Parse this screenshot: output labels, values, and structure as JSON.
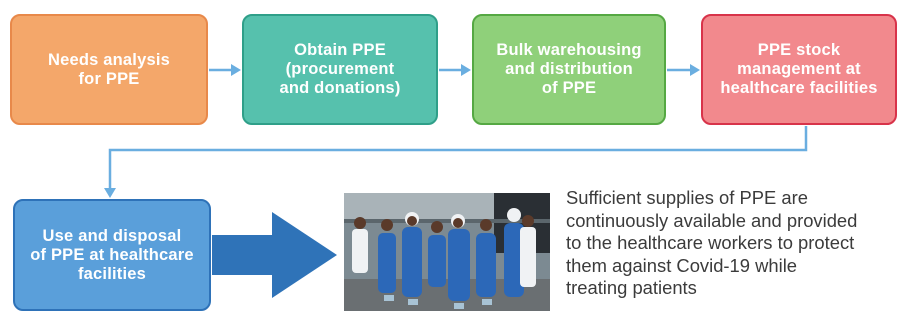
{
  "steps": [
    {
      "id": "needs-analysis",
      "label": "Needs analysis\nfor PPE",
      "fill": "#f4a76a",
      "border": "#e8894a"
    },
    {
      "id": "obtain-ppe",
      "label": "Obtain PPE\n(procurement\nand donations)",
      "fill": "#56c1ad",
      "border": "#2f9f89"
    },
    {
      "id": "bulk-warehousing",
      "label": "Bulk warehousing\nand distribution\nof PPE",
      "fill": "#8fd07a",
      "border": "#55a843"
    },
    {
      "id": "stock-management",
      "label": "PPE stock\nmanagement at\nhealthcare facilities",
      "fill": "#f2898d",
      "border": "#d8334a"
    },
    {
      "id": "use-and-disposal",
      "label": "Use and disposal\nof PPE at healthcare\nfacilities",
      "fill": "#5a9fda",
      "border": "#2e72b8"
    }
  ],
  "connector_color": "#6aaee0",
  "big_arrow_color": "#2f73b8",
  "photo": {
    "icon": "healthcare-workers-in-ppe-photo"
  },
  "outcome_text": "Sufficient supplies of PPE are\ncontinuously available and provided\nto the healthcare workers to protect\nthem against Covid-19 while\ntreating patients"
}
